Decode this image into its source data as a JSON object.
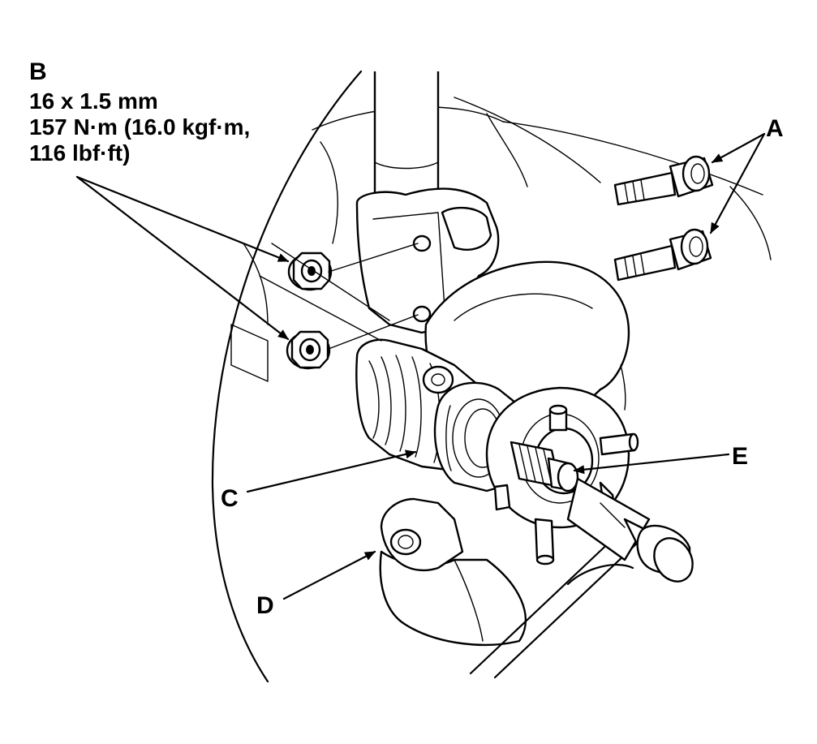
{
  "labels": {
    "a": "A",
    "b": "B",
    "b_spec": [
      "16 x 1.5 mm",
      "157 N·m (16.0 kgf·m,",
      "116 lbf·ft)"
    ],
    "c": "C",
    "d": "D",
    "e": "E"
  },
  "colors": {
    "ink": "#000000",
    "paper": "#ffffff"
  }
}
